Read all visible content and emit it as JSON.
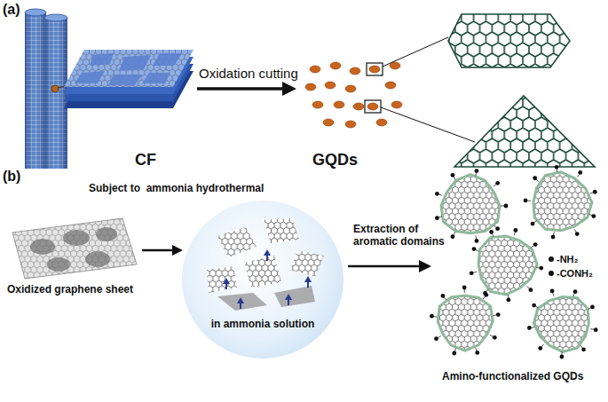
{
  "diagram": {
    "nodes": [
      {
        "text": [
          "in ammonia solution"
        ]
      }
    ],
    "labels": [
      "(a)",
      "CF",
      "Oxidation cutting",
      "GQDs",
      "(b)",
      "Subject to  ammonia hydrothermal",
      "Oxidized graphene sheet",
      "Extraction of aromatic domains",
      "Amino-functionalized GQDs"
    ],
    "legend": [
      {
        "text": "-NH₂"
      },
      {
        "text": "-CONH₂"
      }
    ]
  }
}
